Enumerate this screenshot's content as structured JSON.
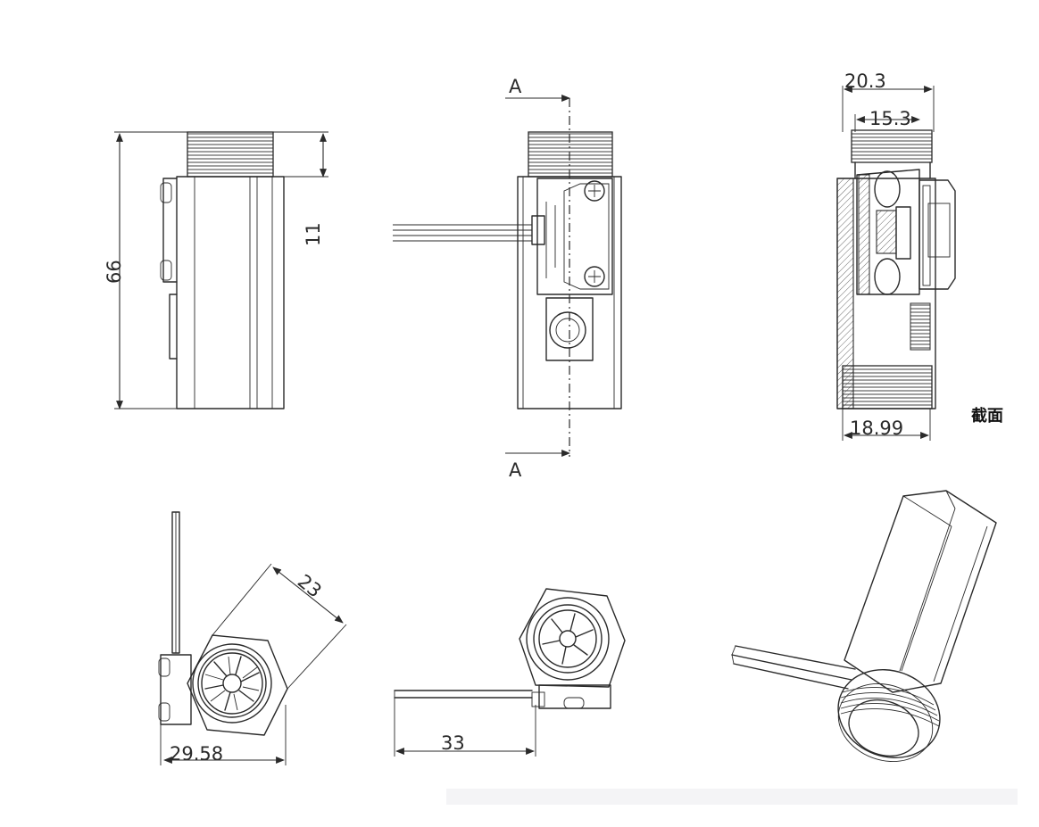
{
  "drawing": {
    "dimensions": {
      "front_height": "66",
      "thread_length": "11",
      "side_width_outer": "20.3",
      "side_width_inner": "15.3",
      "side_bottom_width": "18.99",
      "bottom_left_width": "29.58",
      "bottom_left_diag": "23",
      "bottom_mid_width": "33"
    },
    "section_marks": {
      "top": "A",
      "bottom": "A"
    },
    "section_label": "截面"
  }
}
